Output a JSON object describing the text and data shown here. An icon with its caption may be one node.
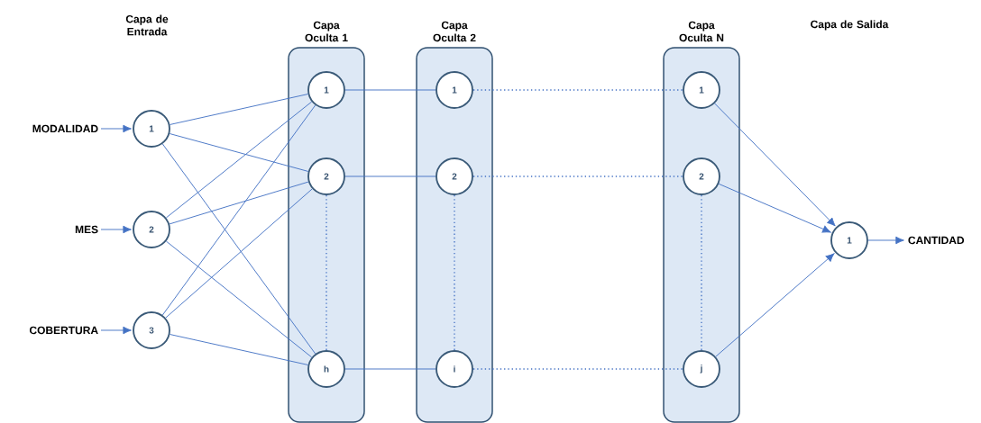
{
  "diagram": {
    "nodes": [
      {
        "text": [
          "MODALIDAD"
        ]
      },
      {
        "text": [
          "MES"
        ]
      },
      {
        "text": [
          "COBERTURA"
        ]
      },
      {
        "text": [
          "1"
        ]
      },
      {
        "text": [
          "2"
        ]
      },
      {
        "text": [
          "3"
        ]
      },
      {
        "text": [
          "Capa Oculta 1"
        ]
      },
      {
        "text": [
          "1"
        ],
        "in": 6
      },
      {
        "text": [
          "2"
        ],
        "in": 6
      },
      {
        "text": [
          "h"
        ],
        "in": 6
      },
      {
        "text": [
          "Capa Oculta 2"
        ]
      },
      {
        "text": [
          "1"
        ],
        "in": 10
      },
      {
        "text": [
          "2"
        ],
        "in": 10
      },
      {
        "text": [
          "i"
        ],
        "in": 10
      },
      {
        "text": [
          "Capa Oculta N"
        ]
      },
      {
        "text": [
          "1"
        ],
        "in": 14
      },
      {
        "text": [
          "2"
        ],
        "in": 14
      },
      {
        "text": [
          "j"
        ],
        "in": 14
      },
      {
        "text": [
          "1"
        ]
      },
      {
        "text": [
          "CANTIDAD"
        ]
      }
    ],
    "edges": [
      {
        "from": 0,
        "to": 3,
        "arrow": "to"
      },
      {
        "from": 1,
        "to": 4,
        "arrow": "to"
      },
      {
        "from": 2,
        "to": 5,
        "arrow": "to"
      },
      {
        "from": 3,
        "to": 7,
        "arrow": "none"
      },
      {
        "from": 3,
        "to": 8,
        "arrow": "none"
      },
      {
        "from": 3,
        "to": 9,
        "arrow": "none"
      },
      {
        "from": 4,
        "to": 7,
        "arrow": "none"
      },
      {
        "from": 4,
        "to": 8,
        "arrow": "none"
      },
      {
        "from": 4,
        "to": 9,
        "arrow": "none"
      },
      {
        "from": 5,
        "to": 7,
        "arrow": "none"
      },
      {
        "from": 5,
        "to": 8,
        "arrow": "none"
      },
      {
        "from": 5,
        "to": 9,
        "arrow": "none"
      },
      {
        "from": 8,
        "to": 9,
        "arrow": "none",
        "style": "dashed"
      },
      {
        "from": 7,
        "to": 11,
        "arrow": "none"
      },
      {
        "from": 8,
        "to": 12,
        "arrow": "none"
      },
      {
        "from": 9,
        "to": 13,
        "arrow": "none"
      },
      {
        "from": 12,
        "to": 13,
        "arrow": "none",
        "style": "dashed"
      },
      {
        "from": 11,
        "to": 15,
        "arrow": "none",
        "style": "dashed"
      },
      {
        "from": 12,
        "to": 16,
        "arrow": "none",
        "style": "dashed"
      },
      {
        "from": 13,
        "to": 17,
        "arrow": "none",
        "style": "dashed"
      },
      {
        "from": 16,
        "to": 17,
        "arrow": "none",
        "style": "dashed"
      },
      {
        "from": 15,
        "to": 18,
        "arrow": "to"
      },
      {
        "from": 16,
        "to": 18,
        "arrow": "to"
      },
      {
        "from": 17,
        "to": 18,
        "arrow": "to"
      },
      {
        "from": 18,
        "to": 19,
        "arrow": "to"
      }
    ],
    "labels": [
      "Capa de Entrada",
      "Capa de Salida"
    ]
  }
}
